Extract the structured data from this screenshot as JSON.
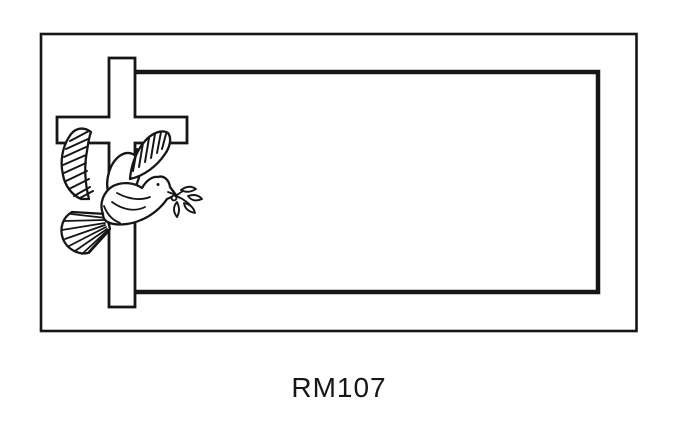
{
  "page": {
    "background_color": "#ffffff",
    "ink_color": "#161616"
  },
  "figure": {
    "caption": "RM107",
    "parts": [
      "outer-border",
      "inner-panel-border",
      "cross-icon",
      "dove-with-olive-branch-icon"
    ]
  }
}
